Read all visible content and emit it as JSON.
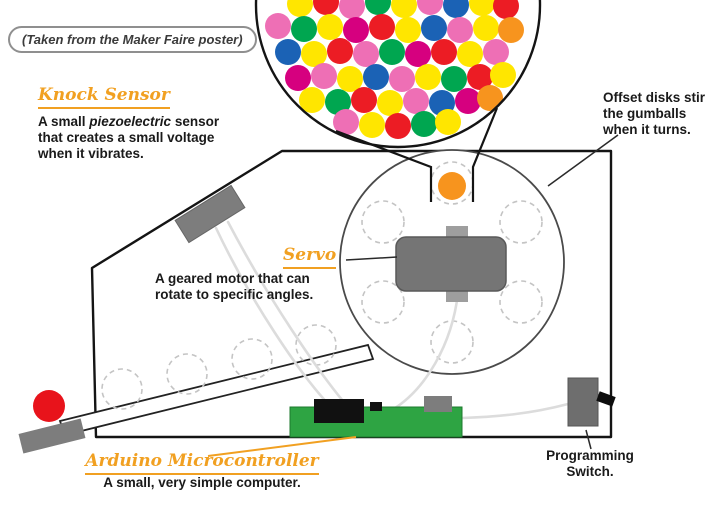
{
  "source_note": "(Taken from the Maker Faire poster)",
  "labels": {
    "knock_sensor": {
      "title": "Knock Sensor",
      "line1_pre": "A small ",
      "line1_italic": "piezoelectric",
      "line1_post": " sensor",
      "line2": "that creates a small voltage",
      "line3": "when it vibrates."
    },
    "servo": {
      "title": "Servo",
      "line1": "A geared motor that can",
      "line2": "rotate to specific angles."
    },
    "offset_disks": {
      "line1": "Offset disks stir",
      "line2": "the gumballs",
      "line3": "when it turns."
    },
    "arduino": {
      "title": "Arduino Microcontroller",
      "body": "A small, very simple computer."
    },
    "programming_switch": {
      "line1": "Programming",
      "line2": "Switch."
    }
  },
  "colors": {
    "accent": "#F1A021",
    "outline": "#141414",
    "dashed": "#c4c4c4",
    "wire": "#dcdcdc",
    "gray_part": "#7d7d7d",
    "gray_light": "#9e9e9e",
    "arduino_green": "#2EA443",
    "red_ball": "#E8131B",
    "note_border": "#8f8f8f",
    "text": "#1a1a1a",
    "disk_stroke": "#4a4a4a"
  },
  "gumballs": {
    "palette": {
      "pink": "#EE6FB5",
      "yellow": "#FFE600",
      "red": "#EC1C24",
      "green": "#00A650",
      "blue": "#1B62B5",
      "magenta": "#D6007F",
      "orange": "#F7941E"
    },
    "balls": [
      [
        300,
        4,
        13,
        "yellow"
      ],
      [
        326,
        2,
        13,
        "red"
      ],
      [
        352,
        6,
        13,
        "pink"
      ],
      [
        378,
        2,
        13,
        "green"
      ],
      [
        404,
        5,
        13,
        "yellow"
      ],
      [
        430,
        2,
        13,
        "pink"
      ],
      [
        456,
        5,
        13,
        "blue"
      ],
      [
        482,
        3,
        13,
        "yellow"
      ],
      [
        506,
        6,
        13,
        "red"
      ],
      [
        278,
        26,
        13,
        "pink"
      ],
      [
        304,
        29,
        13,
        "green"
      ],
      [
        330,
        27,
        13,
        "yellow"
      ],
      [
        356,
        30,
        13,
        "magenta"
      ],
      [
        382,
        27,
        13,
        "red"
      ],
      [
        408,
        30,
        13,
        "yellow"
      ],
      [
        434,
        28,
        13,
        "blue"
      ],
      [
        460,
        30,
        13,
        "pink"
      ],
      [
        486,
        28,
        13,
        "yellow"
      ],
      [
        511,
        30,
        13,
        "orange"
      ],
      [
        288,
        52,
        13,
        "blue"
      ],
      [
        314,
        54,
        13,
        "yellow"
      ],
      [
        340,
        51,
        13,
        "red"
      ],
      [
        366,
        54,
        13,
        "pink"
      ],
      [
        392,
        52,
        13,
        "green"
      ],
      [
        418,
        54,
        13,
        "magenta"
      ],
      [
        444,
        52,
        13,
        "red"
      ],
      [
        470,
        54,
        13,
        "yellow"
      ],
      [
        496,
        52,
        13,
        "pink"
      ],
      [
        298,
        78,
        13,
        "magenta"
      ],
      [
        324,
        76,
        13,
        "pink"
      ],
      [
        350,
        79,
        13,
        "yellow"
      ],
      [
        376,
        77,
        13,
        "blue"
      ],
      [
        402,
        79,
        13,
        "pink"
      ],
      [
        428,
        77,
        13,
        "yellow"
      ],
      [
        454,
        79,
        13,
        "green"
      ],
      [
        480,
        77,
        13,
        "red"
      ],
      [
        503,
        75,
        13,
        "yellow"
      ],
      [
        312,
        100,
        13,
        "yellow"
      ],
      [
        338,
        102,
        13,
        "green"
      ],
      [
        364,
        100,
        13,
        "red"
      ],
      [
        390,
        103,
        13,
        "yellow"
      ],
      [
        416,
        101,
        13,
        "pink"
      ],
      [
        442,
        103,
        13,
        "blue"
      ],
      [
        468,
        101,
        13,
        "magenta"
      ],
      [
        490,
        98,
        13,
        "orange"
      ],
      [
        346,
        122,
        13,
        "pink"
      ],
      [
        372,
        125,
        13,
        "yellow"
      ],
      [
        398,
        126,
        13,
        "red"
      ],
      [
        424,
        124,
        13,
        "green"
      ],
      [
        448,
        122,
        13,
        "yellow"
      ]
    ],
    "neck_ball": [
      452,
      186,
      14,
      "orange"
    ]
  }
}
